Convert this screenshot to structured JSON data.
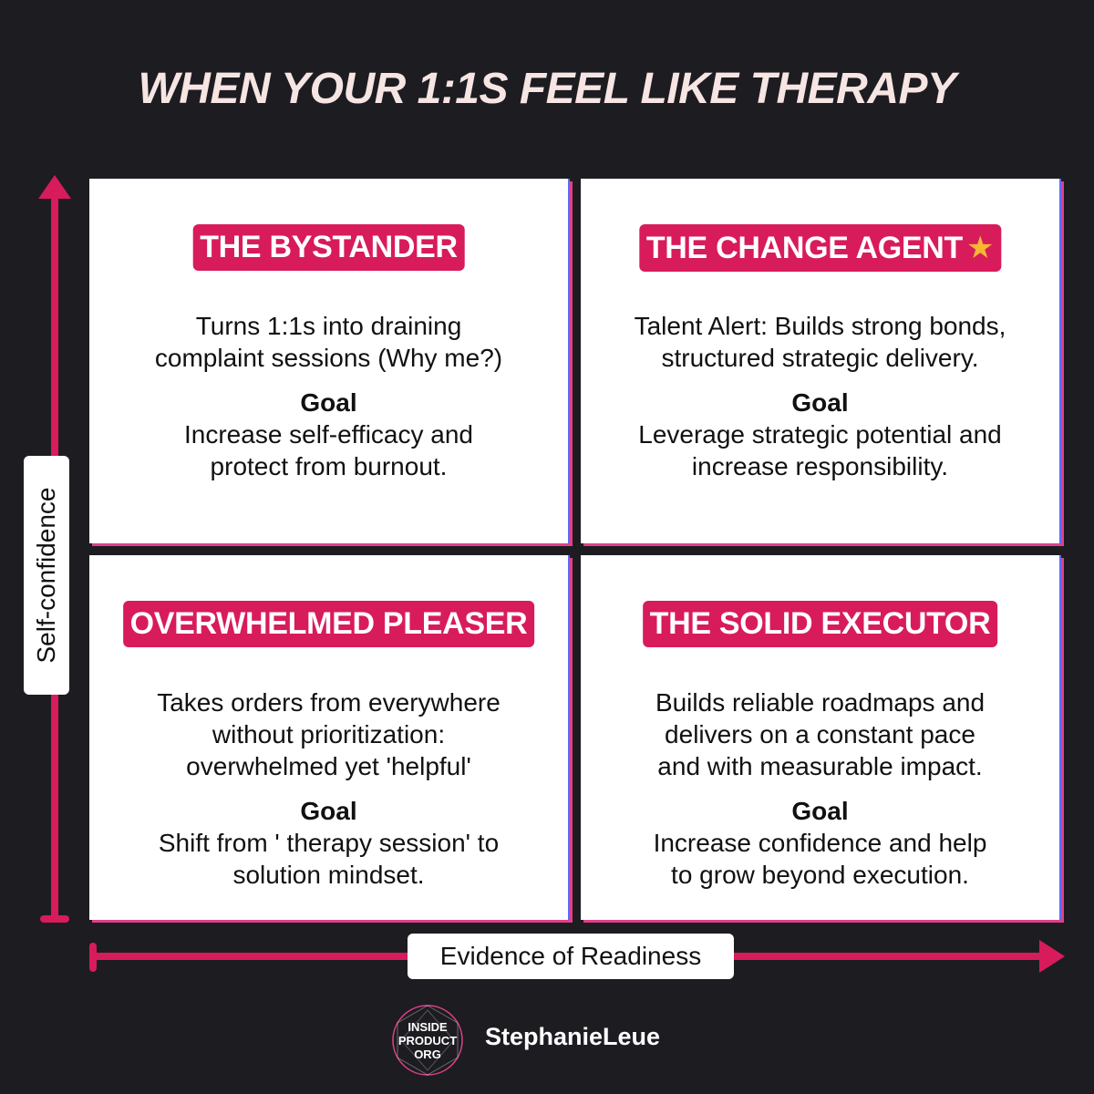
{
  "title": "WHEN YOUR 1:1S FEEL LIKE THERAPY",
  "axes": {
    "y_label": "Self-confidence",
    "x_label": "Evidence of Readiness"
  },
  "quadrants": {
    "top_left": {
      "title": "THE BYSTANDER",
      "desc_line1": "Turns 1:1s into draining",
      "desc_line2": "complaint sessions (Why me?)",
      "goal_heading": "Goal",
      "goal_line1": "Increase self-efficacy and",
      "goal_line2": "protect from burnout."
    },
    "top_right": {
      "title": "THE CHANGE AGENT",
      "icon": "star-icon",
      "desc_line1": "Talent Alert: Builds strong bonds,",
      "desc_line2": "structured strategic delivery.",
      "goal_heading": "Goal",
      "goal_line1": "Leverage strategic potential and",
      "goal_line2": "increase responsibility."
    },
    "bottom_left": {
      "title": "OVERWHELMED PLEASER",
      "desc_line1": "Takes orders from everywhere",
      "desc_line2": "without prioritization:",
      "desc_line3": "overwhelmed yet 'helpful'",
      "goal_heading": "Goal",
      "goal_line1": "Shift from ' therapy session' to",
      "goal_line2": "solution mindset."
    },
    "bottom_right": {
      "title": "THE SOLID EXECUTOR",
      "desc_line1": "Builds reliable roadmaps and",
      "desc_line2": "delivers on a constant pace",
      "desc_line3": "and with measurable impact.",
      "goal_heading": "Goal",
      "goal_line1": "Increase confidence and help",
      "goal_line2": "to grow beyond execution."
    }
  },
  "footer": {
    "logo_line1": "INSIDE",
    "logo_line2": "PRODUCT",
    "logo_line3": "ORG",
    "author": "StephanieLeue"
  },
  "colors": {
    "background": "#1d1c21",
    "accent": "#d81b5b",
    "title": "#f6e5e3"
  }
}
